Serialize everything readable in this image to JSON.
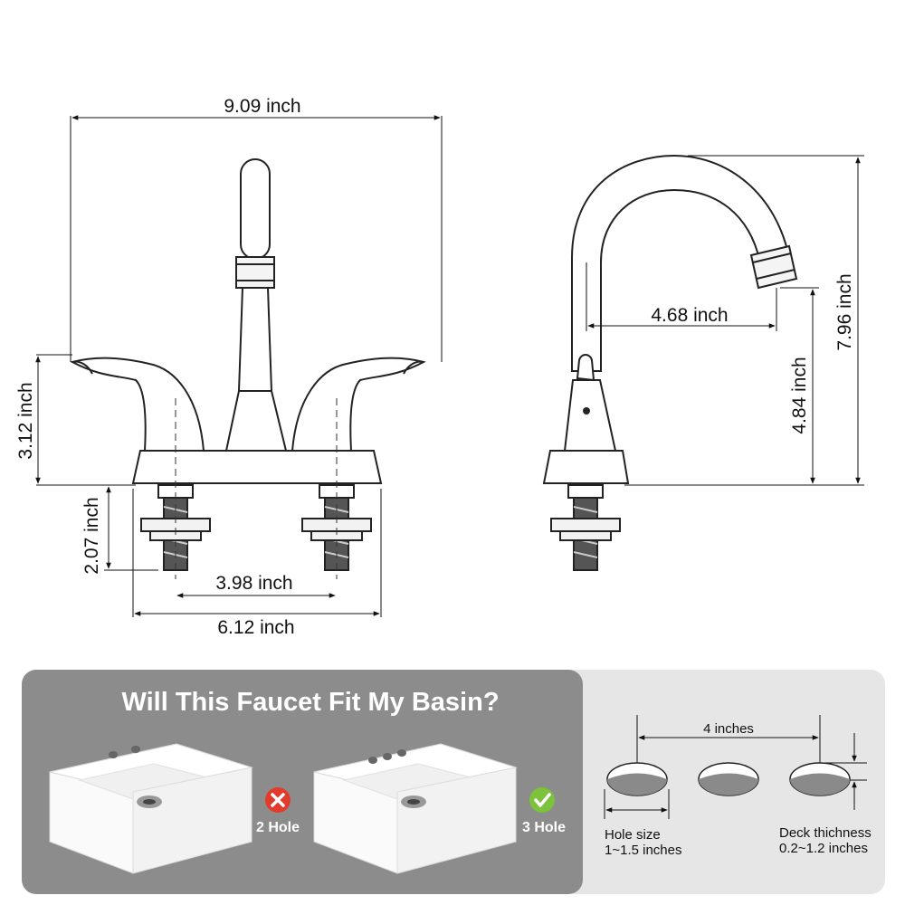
{
  "dimensions": {
    "overall_width": "9.09 inch",
    "handle_height": "3.12 inch",
    "shank_length": "2.07 inch",
    "center_spacing": "3.98 inch",
    "base_width": "6.12 inch",
    "spout_reach": "4.68 inch",
    "spout_clearance": "4.84 inch",
    "total_height": "7.96 inch"
  },
  "fit_panel": {
    "title": "Will This Faucet Fit My Basin?",
    "options": [
      {
        "label": "2 Hole",
        "status": "incompatible",
        "status_icon": "x-icon"
      },
      {
        "label": "3 Hole",
        "status": "compatible",
        "status_icon": "check-icon"
      }
    ]
  },
  "hole_panel": {
    "spacing": "4 inches",
    "hole_size_label": "Hole size",
    "hole_size_value": "1~1.5 inches",
    "deck_label": "Deck thichness",
    "deck_value": "0.2~1.2 inches"
  },
  "colors": {
    "left_panel": "#8c8c8c",
    "right_panel": "#e6e6e6",
    "cross_badge": "#e23b2a",
    "check_badge": "#7cc23a",
    "hole_fill": "#8a8a8a"
  }
}
